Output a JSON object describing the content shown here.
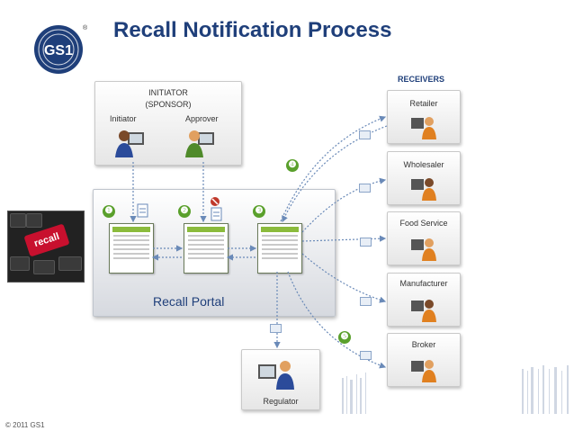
{
  "title": "Recall Notification Process",
  "logo": {
    "text": "GS1",
    "registered": "®",
    "icon": "gs1-logo-icon"
  },
  "initiator": {
    "heading_line1": "INITIATOR",
    "heading_line2": "(SPONSOR)",
    "roles": [
      "Initiator",
      "Approver"
    ]
  },
  "portal": {
    "label": "Recall Portal",
    "steps": [
      "❶",
      "❷",
      "❸"
    ]
  },
  "receivers": {
    "heading": "RECEIVERS",
    "items": [
      "Retailer",
      "Wholesaler",
      "Food Service",
      "Manufacturer",
      "Broker"
    ]
  },
  "regulator": {
    "label": "Regulator"
  },
  "steps_outside": [
    "❹",
    "❺"
  ],
  "keyboard": {
    "key_label": "recall"
  },
  "copyright": "© 2011 GS1",
  "colors": {
    "title": "#1f3f7a",
    "step_badge": "#5aa02c",
    "arrow": "#6a8ab8",
    "keyboard_key": "#c8102e"
  }
}
